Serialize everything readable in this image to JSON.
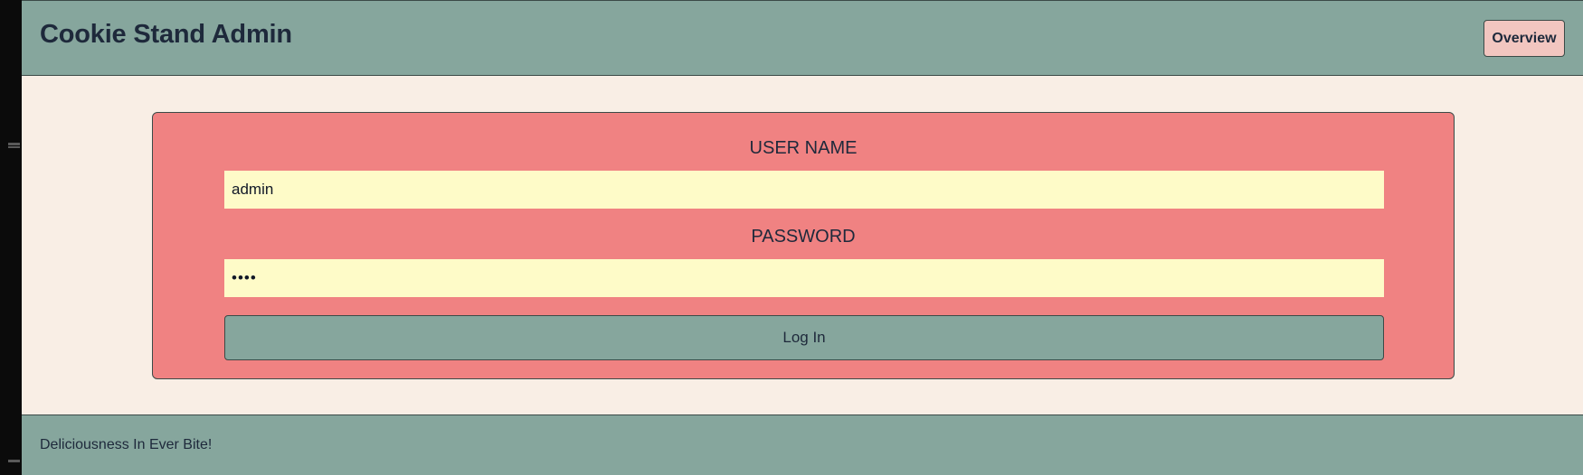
{
  "header": {
    "title": "Cookie Stand Admin",
    "overview_label": "Overview"
  },
  "login": {
    "username_label": "USER NAME",
    "username_value": "admin",
    "password_label": "PASSWORD",
    "password_value": "••••",
    "submit_label": "Log In"
  },
  "footer": {
    "tagline": "Deliciousness In Ever Bite!"
  },
  "colors": {
    "header_bg": "#86a69d",
    "page_bg": "#f9eee5",
    "card_bg": "#f08282",
    "input_bg": "#fefbc8",
    "overview_bg": "#f2c6c0",
    "text": "#1e293b"
  }
}
